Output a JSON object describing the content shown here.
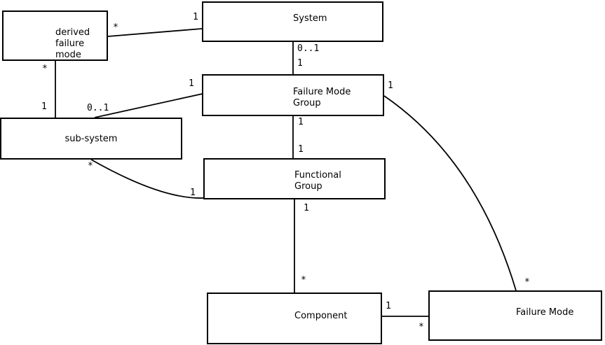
{
  "diagram": {
    "type": "uml-entity-relationship",
    "colors": {
      "background": "#ffffff",
      "box_fill": "#ffffff",
      "box_border": "#000000",
      "line": "#000000",
      "text": "#000000"
    },
    "nodes": [
      {
        "id": "derived-failure-mode",
        "label": "derived\nfailure\nmode"
      },
      {
        "id": "system",
        "label": "System"
      },
      {
        "id": "failure-mode-group",
        "label": "Failure Mode\nGroup"
      },
      {
        "id": "sub-system",
        "label": "sub-system"
      },
      {
        "id": "functional-group",
        "label": "Functional\nGroup"
      },
      {
        "id": "component",
        "label": "Component"
      },
      {
        "id": "failure-mode",
        "label": "Failure Mode"
      }
    ],
    "edges": [
      {
        "from": "derived failure mode",
        "to": "System",
        "from_multiplicity": "*",
        "to_multiplicity": "1"
      },
      {
        "from": "derived failure mode",
        "to": "sub-system",
        "from_multiplicity": "*",
        "to_multiplicity": "1"
      },
      {
        "from": "System",
        "to": "Failure Mode Group",
        "from_multiplicity": "0..1",
        "to_multiplicity": "1"
      },
      {
        "from": "sub-system",
        "to": "Failure Mode Group",
        "from_multiplicity": "0..1",
        "to_multiplicity": "1"
      },
      {
        "from": "Failure Mode Group",
        "to": "Functional Group",
        "from_multiplicity": "1",
        "to_multiplicity": "1"
      },
      {
        "from": "sub-system",
        "to": "Functional Group",
        "from_multiplicity": "*",
        "to_multiplicity": "1"
      },
      {
        "from": "Functional Group",
        "to": "Component",
        "from_multiplicity": "1",
        "to_multiplicity": "*"
      },
      {
        "from": "Component",
        "to": "Failure Mode",
        "from_multiplicity": "1",
        "to_multiplicity": "*"
      },
      {
        "from": "Failure Mode Group",
        "to": "Failure Mode",
        "from_multiplicity": "1",
        "to_multiplicity": "*"
      }
    ]
  }
}
